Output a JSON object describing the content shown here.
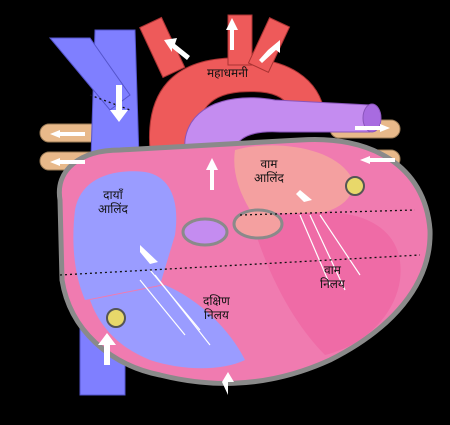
{
  "diagram": {
    "labels": {
      "aorta": "महाधमनी",
      "right_atrium_line1": "दायाँ",
      "right_atrium_line2": "आलिंद",
      "left_atrium_line1": "वाम",
      "left_atrium_line2": "आलिंद",
      "right_ventricle_line1": "दक्षिण",
      "right_ventricle_line2": "निलय",
      "left_ventricle_line1": "वाम",
      "left_ventricle_line2": "निलय"
    },
    "colors": {
      "background": "#000000",
      "vena_cava_blue": "#7f7fff",
      "right_chamber_blue": "#9a9cff",
      "aorta_red": "#ee5a5a",
      "pulmonary_purple": "#c48cf0",
      "left_chamber_pink": "#ef6ba6",
      "myocardium_pink": "#f07bb0",
      "pulmonary_vein_tan": "#e8b98a",
      "outline_gray": "#8a8a8a",
      "arrow_white": "#ffffff"
    }
  }
}
